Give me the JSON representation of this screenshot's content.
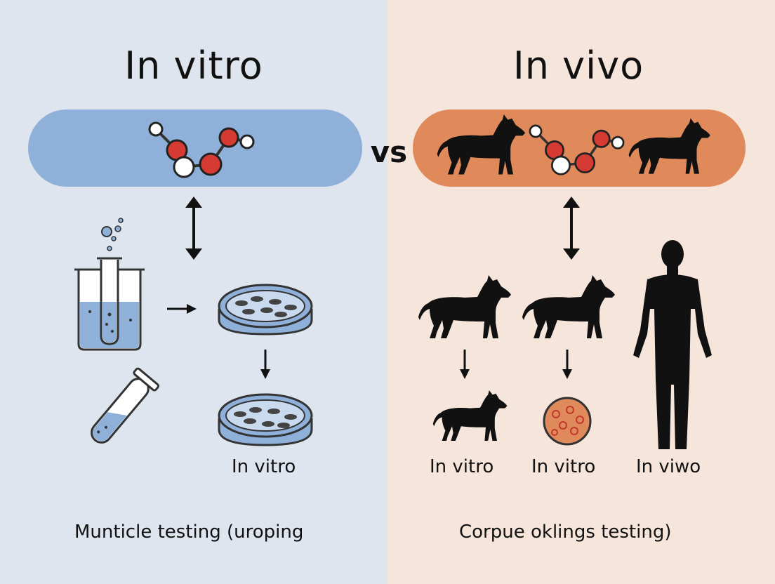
{
  "left_panel": {
    "title": "In vitro",
    "caption": "In vitro",
    "footer": "Munticle testing (uroping",
    "color": "#8fb0d9"
  },
  "right_panel": {
    "title": "In vivo",
    "captions": [
      "In vitro",
      "In vitro",
      "In viwo"
    ],
    "footer": "Corpue oklings testing)",
    "color": "#e0895a"
  },
  "vs_label": "vs",
  "icons": [
    "molecule-icon",
    "dog-icon",
    "beaker-icon",
    "test-tube-icon",
    "petri-dish-icon",
    "cell-culture-icon",
    "human-silhouette-icon",
    "arrow-icon"
  ]
}
